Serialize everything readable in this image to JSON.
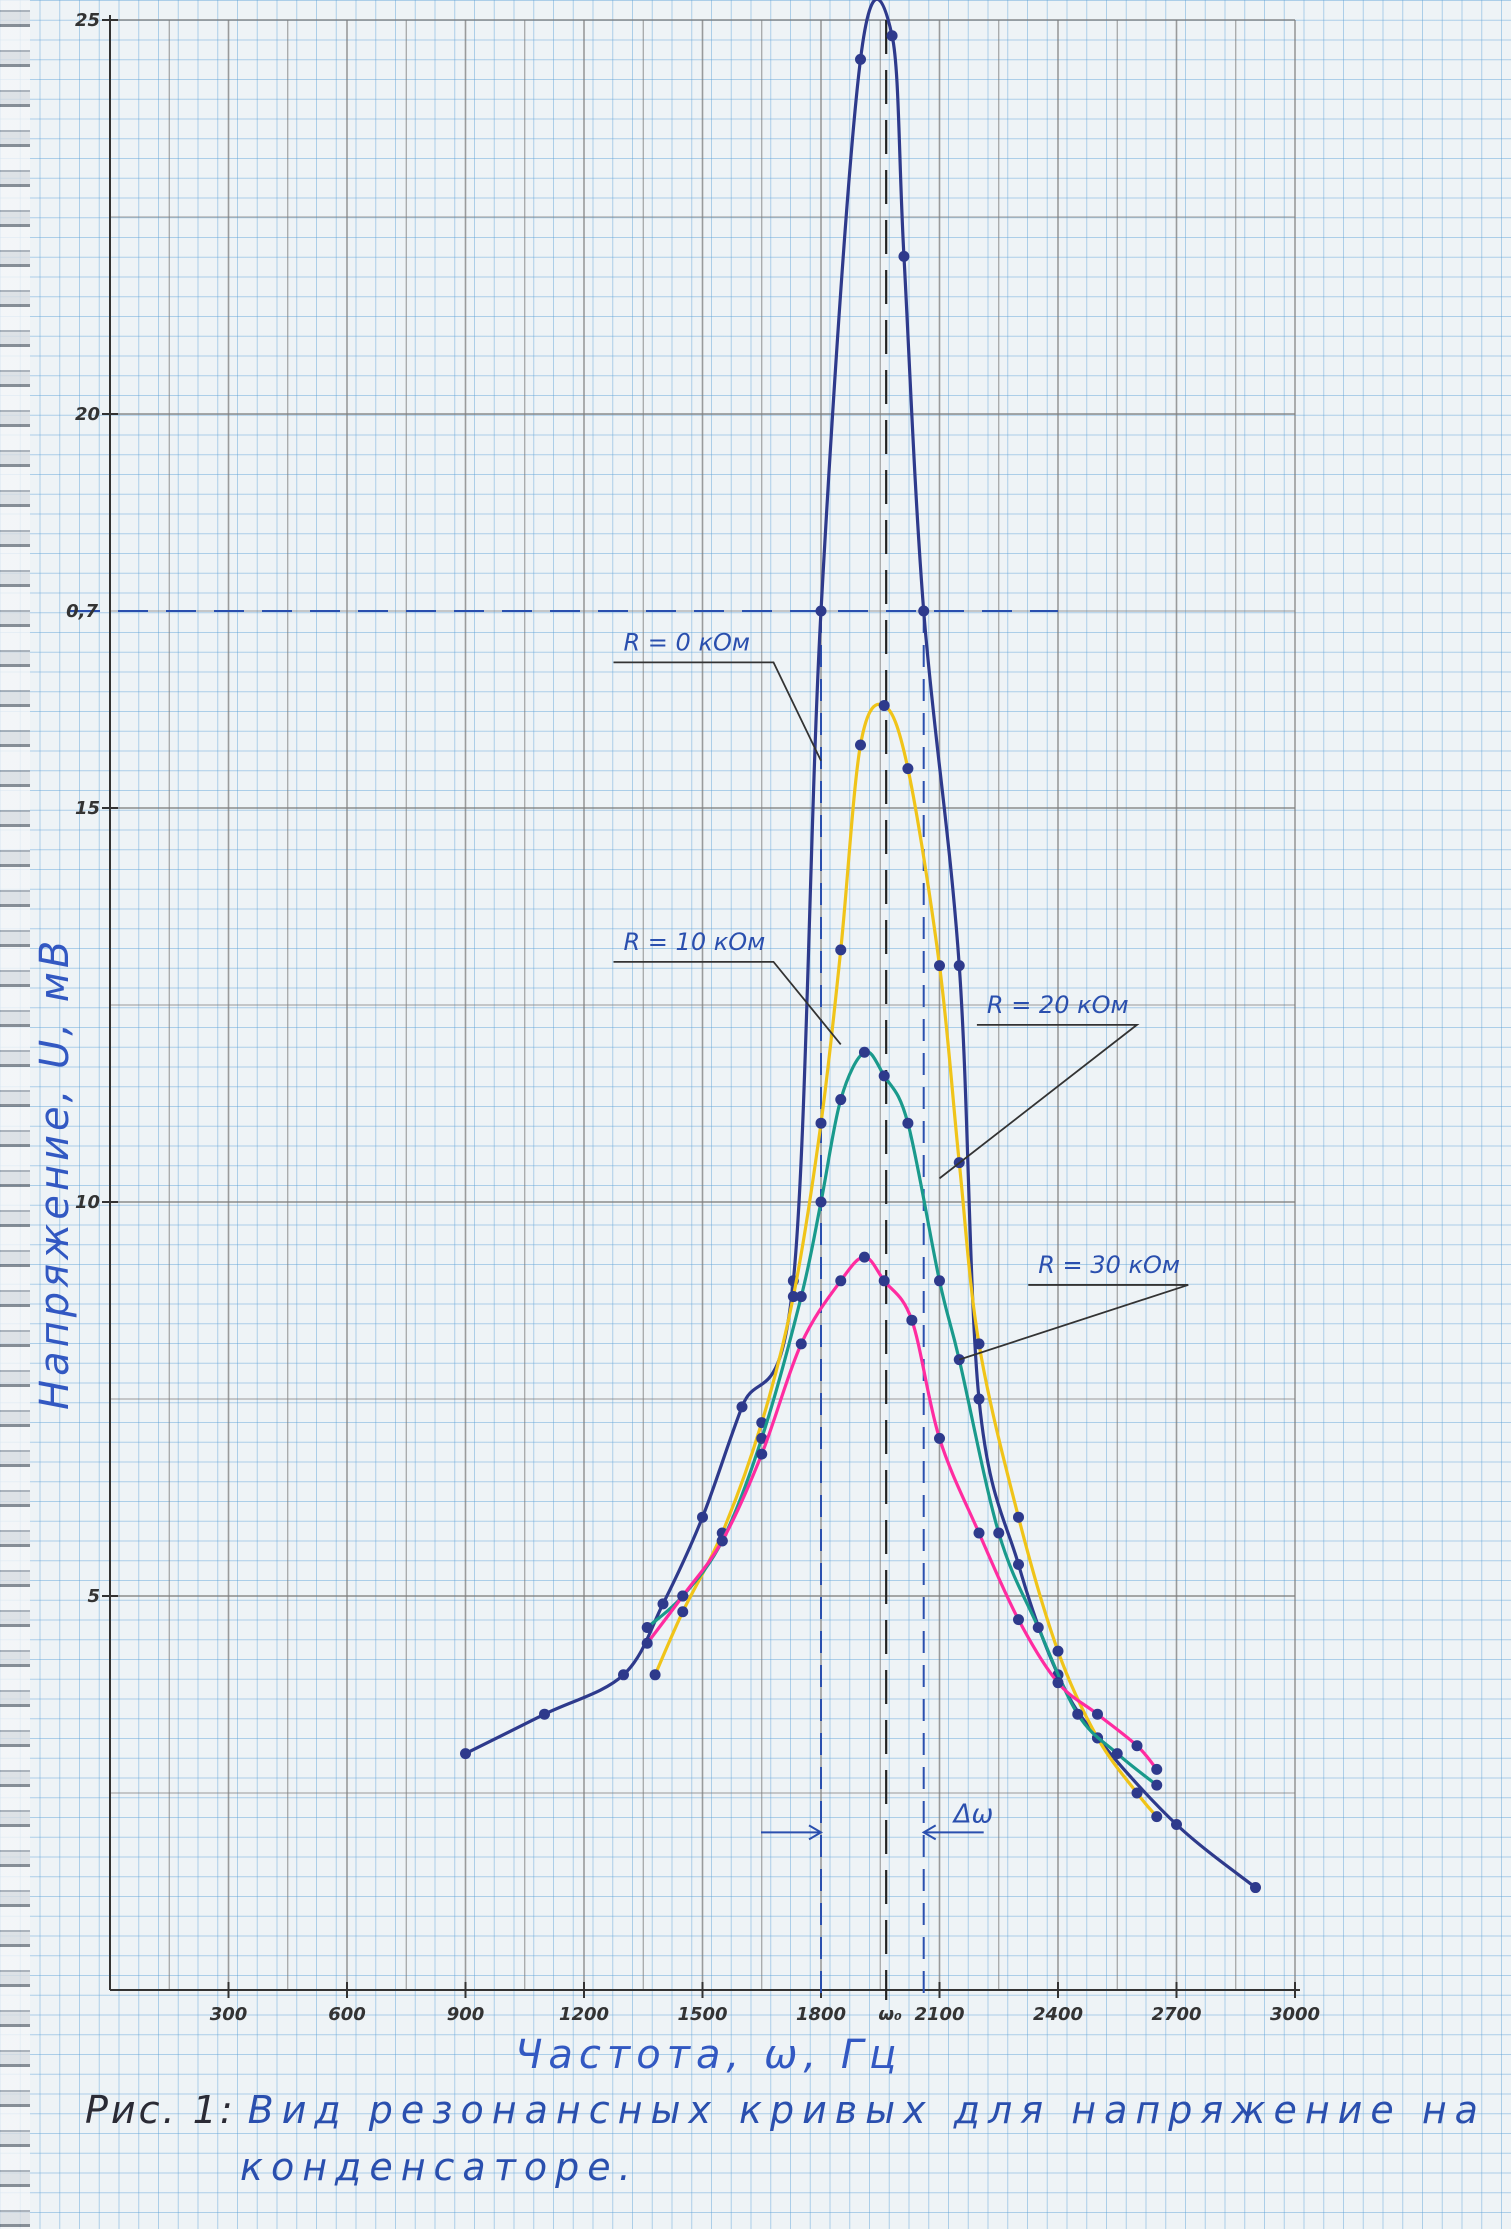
{
  "chart_data": {
    "type": "line",
    "xlabel": "Частота, ω, Гц",
    "ylabel": "Напряжение, U, мВ",
    "x_ticks": [
      {
        "v": 300,
        "label": "300"
      },
      {
        "v": 600,
        "label": "600"
      },
      {
        "v": 900,
        "label": "900"
      },
      {
        "v": 1200,
        "label": "1200"
      },
      {
        "v": 1500,
        "label": "1500"
      },
      {
        "v": 1800,
        "label": "1800"
      },
      {
        "v": 2100,
        "label": "2100"
      },
      {
        "v": 2400,
        "label": "2400"
      },
      {
        "v": 2700,
        "label": "2700"
      },
      {
        "v": 3000,
        "label": "3000"
      }
    ],
    "y_ticks": [
      {
        "v": 5,
        "label": "5"
      },
      {
        "v": 10,
        "label": "10"
      },
      {
        "v": 15,
        "label": "15"
      },
      {
        "v": 20,
        "label": "20"
      },
      {
        "v": 25,
        "label": "25"
      }
    ],
    "omega0_label": "ω₀",
    "xlim": [
      0,
      3000
    ],
    "ylim": [
      0,
      25
    ],
    "grid": true,
    "level_line": {
      "y": 17.5,
      "label": "0,7",
      "x_left": 1800,
      "x_right": 2060
    },
    "resonance_x": 1965,
    "delta_omega_label": "Δω",
    "series": [
      {
        "name": "R = 0 кОм",
        "color": "#2e3a8c",
        "points": [
          [
            900,
            3.0
          ],
          [
            1100,
            3.5
          ],
          [
            1300,
            4.0
          ],
          [
            1400,
            4.9
          ],
          [
            1500,
            6.0
          ],
          [
            1600,
            7.4
          ],
          [
            1730,
            9.0
          ],
          [
            1800,
            17.5
          ],
          [
            1900,
            24.5
          ],
          [
            1980,
            24.8
          ],
          [
            2010,
            22.0
          ],
          [
            2060,
            17.5
          ],
          [
            2150,
            13.0
          ],
          [
            2200,
            7.5
          ],
          [
            2300,
            5.4
          ],
          [
            2400,
            4.0
          ],
          [
            2500,
            3.2
          ],
          [
            2700,
            2.1
          ],
          [
            2900,
            1.3
          ]
        ]
      },
      {
        "name": "R = 10 кОм",
        "color": "#f0c419",
        "points": [
          [
            1380,
            4.0
          ],
          [
            1450,
            4.8
          ],
          [
            1550,
            5.8
          ],
          [
            1650,
            7.2
          ],
          [
            1730,
            8.8
          ],
          [
            1800,
            11.0
          ],
          [
            1850,
            13.2
          ],
          [
            1900,
            15.8
          ],
          [
            1960,
            16.3
          ],
          [
            2020,
            15.5
          ],
          [
            2100,
            13.0
          ],
          [
            2150,
            10.5
          ],
          [
            2200,
            8.2
          ],
          [
            2300,
            6.0
          ],
          [
            2400,
            4.3
          ],
          [
            2500,
            3.2
          ],
          [
            2600,
            2.5
          ],
          [
            2650,
            2.2
          ]
        ]
      },
      {
        "name": "R = 20 кОм",
        "color": "#1a9a8c",
        "points": [
          [
            1360,
            4.6
          ],
          [
            1450,
            5.0
          ],
          [
            1550,
            5.7
          ],
          [
            1650,
            7.0
          ],
          [
            1750,
            8.8
          ],
          [
            1800,
            10.0
          ],
          [
            1850,
            11.3
          ],
          [
            1910,
            11.9
          ],
          [
            1960,
            11.6
          ],
          [
            2020,
            11.0
          ],
          [
            2100,
            9.0
          ],
          [
            2150,
            8.0
          ],
          [
            2250,
            5.8
          ],
          [
            2350,
            4.6
          ],
          [
            2450,
            3.5
          ],
          [
            2550,
            3.0
          ],
          [
            2650,
            2.6
          ]
        ]
      },
      {
        "name": "R = 30 кОм",
        "color": "#ff2ca0",
        "points": [
          [
            1360,
            4.4
          ],
          [
            1450,
            5.0
          ],
          [
            1550,
            5.7
          ],
          [
            1650,
            6.8
          ],
          [
            1750,
            8.2
          ],
          [
            1850,
            9.0
          ],
          [
            1910,
            9.3
          ],
          [
            1960,
            9.0
          ],
          [
            2030,
            8.5
          ],
          [
            2100,
            7.0
          ],
          [
            2200,
            5.8
          ],
          [
            2300,
            4.7
          ],
          [
            2400,
            3.9
          ],
          [
            2500,
            3.5
          ],
          [
            2600,
            3.1
          ],
          [
            2650,
            2.8
          ]
        ]
      }
    ],
    "annotations": [
      {
        "series": 0,
        "text": "R = 0 кОм",
        "at": [
          1800,
          15.6
        ],
        "label_at": [
          1300,
          17.0
        ]
      },
      {
        "series": 1,
        "text": "R = 10 кОм",
        "at": [
          1850,
          12.0
        ],
        "label_at": [
          1300,
          13.2
        ]
      },
      {
        "series": 2,
        "text": "R = 20 кОм",
        "at": [
          2100,
          10.3
        ],
        "label_at": [
          2220,
          12.4
        ]
      },
      {
        "series": 3,
        "text": "R = 30 кОм",
        "at": [
          2150,
          8.0
        ],
        "label_at": [
          2350,
          9.1
        ]
      }
    ]
  },
  "caption": {
    "prefix": "Рис. 1:",
    "line1": "Вид резонансных кривых для напряжение на",
    "line2": "конденсаторе."
  }
}
